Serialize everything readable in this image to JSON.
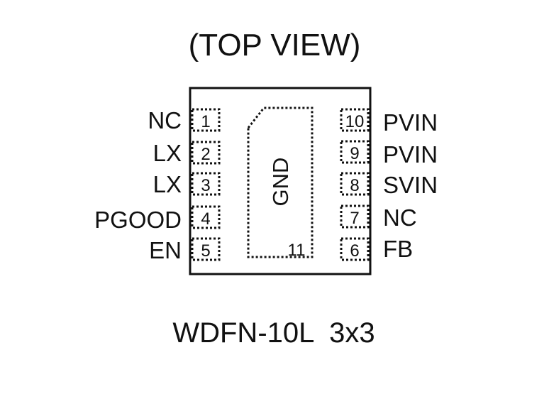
{
  "title": "(TOP VIEW)",
  "package": "WDFN-10L  3x3",
  "left_pins": [
    {
      "num": "1",
      "name": "NC"
    },
    {
      "num": "2",
      "name": "LX"
    },
    {
      "num": "3",
      "name": "LX"
    },
    {
      "num": "4",
      "name": "PGOOD"
    },
    {
      "num": "5",
      "name": "EN"
    }
  ],
  "right_pins": [
    {
      "num": "10",
      "name": "PVIN"
    },
    {
      "num": "9",
      "name": "PVIN"
    },
    {
      "num": "8",
      "name": "SVIN"
    },
    {
      "num": "7",
      "name": "NC"
    },
    {
      "num": "6",
      "name": "FB"
    }
  ],
  "exposed_pad": {
    "num": "11",
    "name": "GND"
  }
}
